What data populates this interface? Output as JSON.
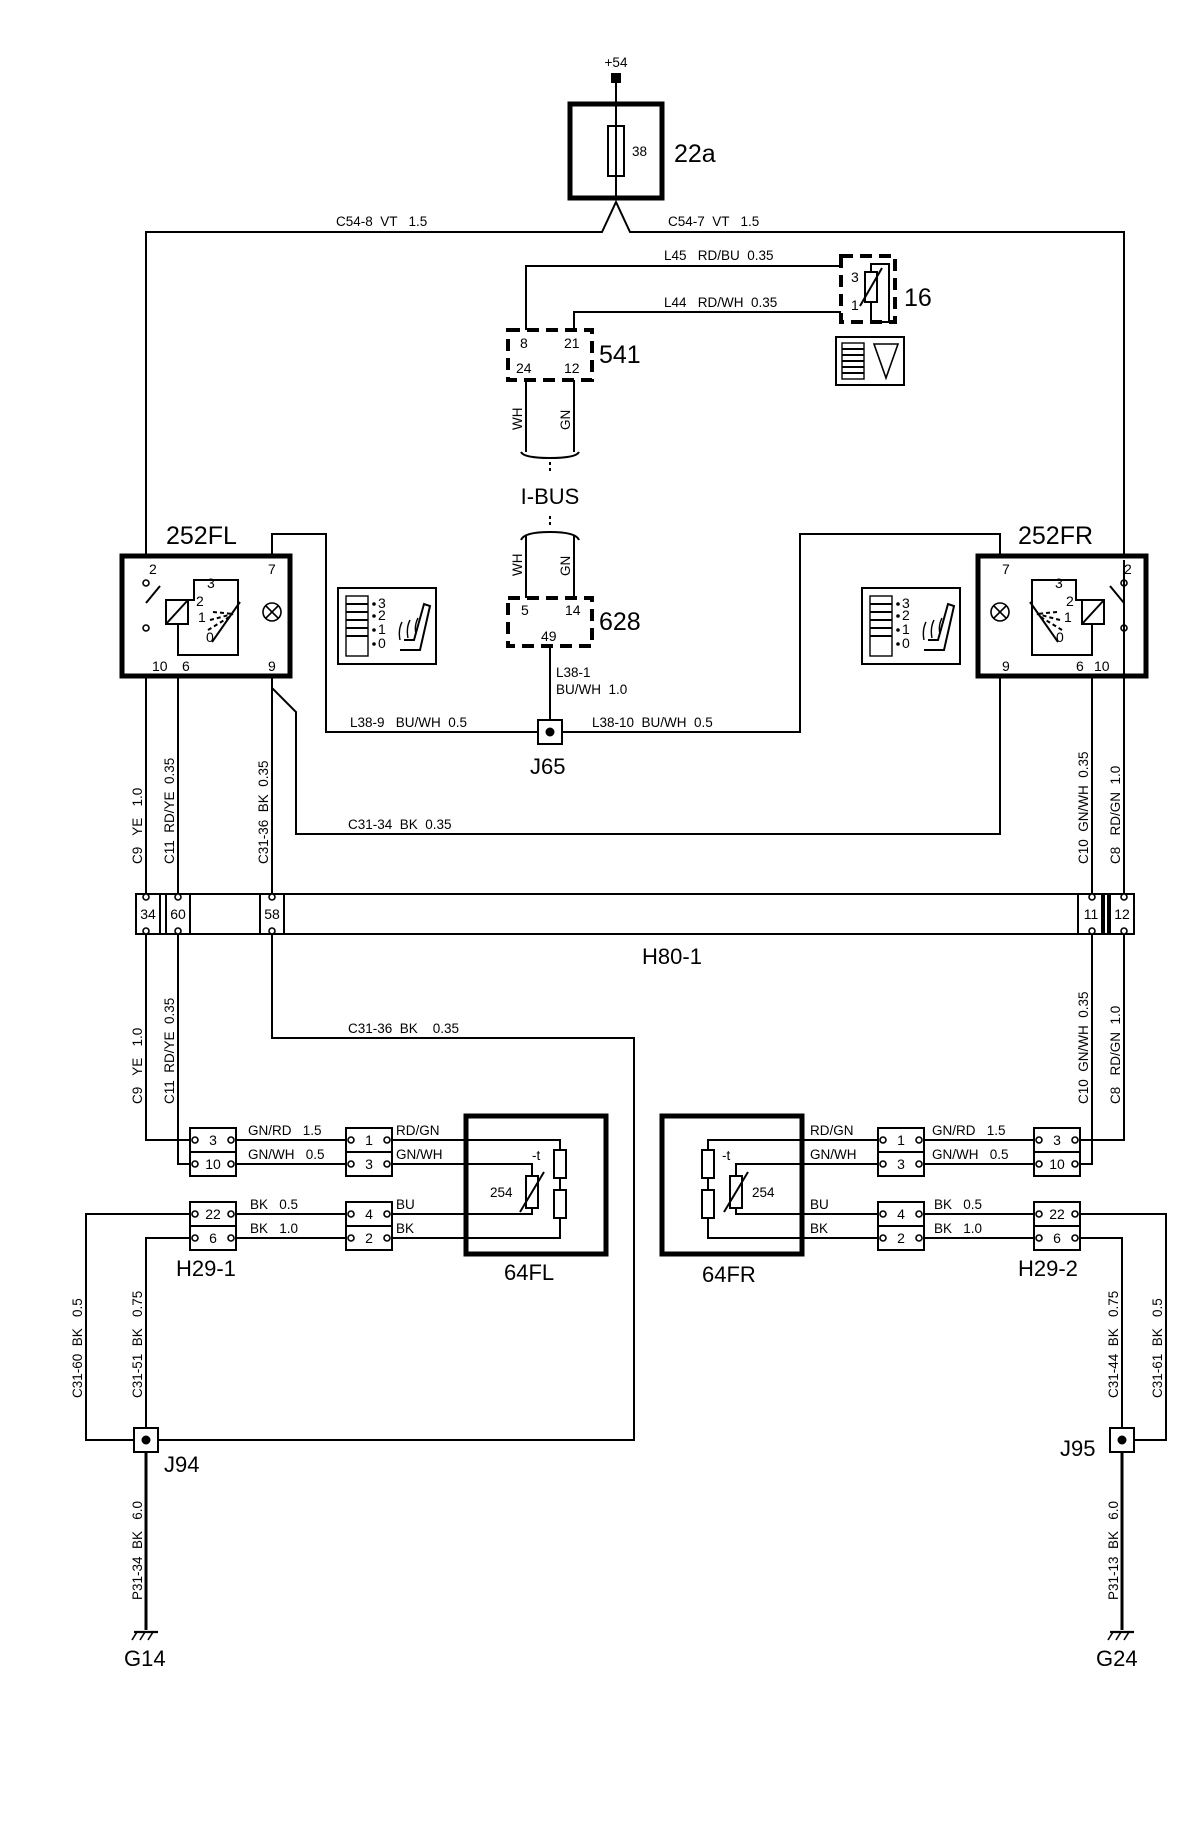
{
  "supply": "+54",
  "fuse": {
    "id": "22a",
    "num": "38"
  },
  "wires_top": {
    "left": "C54-8  VT   1.5",
    "right": "C54-7  VT   1.5"
  },
  "sensor16": {
    "id": "16",
    "pin3": "3",
    "pin1": "1",
    "wire_l45": "L45   RD/BU  0.35",
    "wire_l44": "L44   RD/WH  0.35"
  },
  "module541": {
    "id": "541",
    "pins": [
      "8",
      "21",
      "24",
      "12"
    ]
  },
  "ibus": {
    "label": "I-BUS",
    "wh": "WH",
    "gn": "GN"
  },
  "module628": {
    "id": "628",
    "pins": [
      "5",
      "14",
      "49"
    ]
  },
  "wire_l38_1": {
    "line1": "L38-1",
    "line2": "BU/WH  1.0"
  },
  "j65": {
    "id": "J65",
    "wire_left": "L38-9   BU/WH  0.5",
    "wire_right": "L38-10  BU/WH  0.5"
  },
  "sw_left": {
    "id": "252FL",
    "pins": [
      "2",
      "7",
      "10",
      "6",
      "9"
    ],
    "positions": [
      "3",
      "2",
      "1",
      "0"
    ]
  },
  "sw_right": {
    "id": "252FR",
    "pins": [
      "7",
      "2",
      "9",
      "6",
      "10"
    ],
    "positions": [
      "3",
      "2",
      "1",
      "0"
    ]
  },
  "icon_levels": [
    "3",
    "2",
    "1",
    "0"
  ],
  "wire_c31_34": "C31-34  BK  0.35",
  "vert_upper": {
    "c9": "C9   YE   1.0",
    "c11": "C11  RD/YE  0.35",
    "c31_36": "C31-36  BK  0.35",
    "c10": "C10  GN/WH  0.35",
    "c8": "C8   RD/GN  1.0"
  },
  "h80": {
    "id": "H80-1",
    "pins": [
      "34",
      "60",
      "58",
      "11",
      "12"
    ]
  },
  "vert_lower": {
    "c9": "C9   YE   1.0",
    "c11": "C11  RD/YE  0.35",
    "c10": "C10  GN/WH  0.35",
    "c8": "C8   RD/GN  1.0"
  },
  "wire_c31_36_h": "C31-36  BK    0.35",
  "h29_1": {
    "id": "H29-1",
    "pins": [
      "3",
      "10",
      "22",
      "6"
    ]
  },
  "h29_2": {
    "id": "H29-2",
    "pins": [
      "3",
      "10",
      "22",
      "6"
    ]
  },
  "conn_left": {
    "pins": [
      "1",
      "3",
      "4",
      "2"
    ]
  },
  "conn_right": {
    "pins": [
      "1",
      "3",
      "4",
      "2"
    ]
  },
  "left_wires_a": [
    "GN/RD   1.5",
    "GN/WH   0.5",
    "BK   0.5",
    "BK   1.0"
  ],
  "left_wires_b": [
    "RD/GN",
    "GN/WH",
    "BU",
    "BK"
  ],
  "right_wires_a": [
    "RD/GN",
    "GN/WH",
    "BU",
    "BK"
  ],
  "right_wires_b": [
    "GN/RD   1.5",
    "GN/WH   0.5",
    "BK   0.5",
    "BK   1.0"
  ],
  "heater_left": {
    "id": "64FL",
    "sensor": "254",
    "temp": "-t"
  },
  "heater_right": {
    "id": "64FR",
    "sensor": "254",
    "temp": "-t"
  },
  "ground_left": {
    "j": "J94",
    "g": "G14",
    "w1": "C31-60  BK   0.5",
    "w2": "C31-51  BK   0.75",
    "w3": "P31-34  BK   6.0"
  },
  "ground_right": {
    "j": "J95",
    "g": "G24",
    "w1": "C31-44  BK   0.75",
    "w2": "C31-61  BK   0.5",
    "w3": "P31-13  BK   6.0"
  }
}
